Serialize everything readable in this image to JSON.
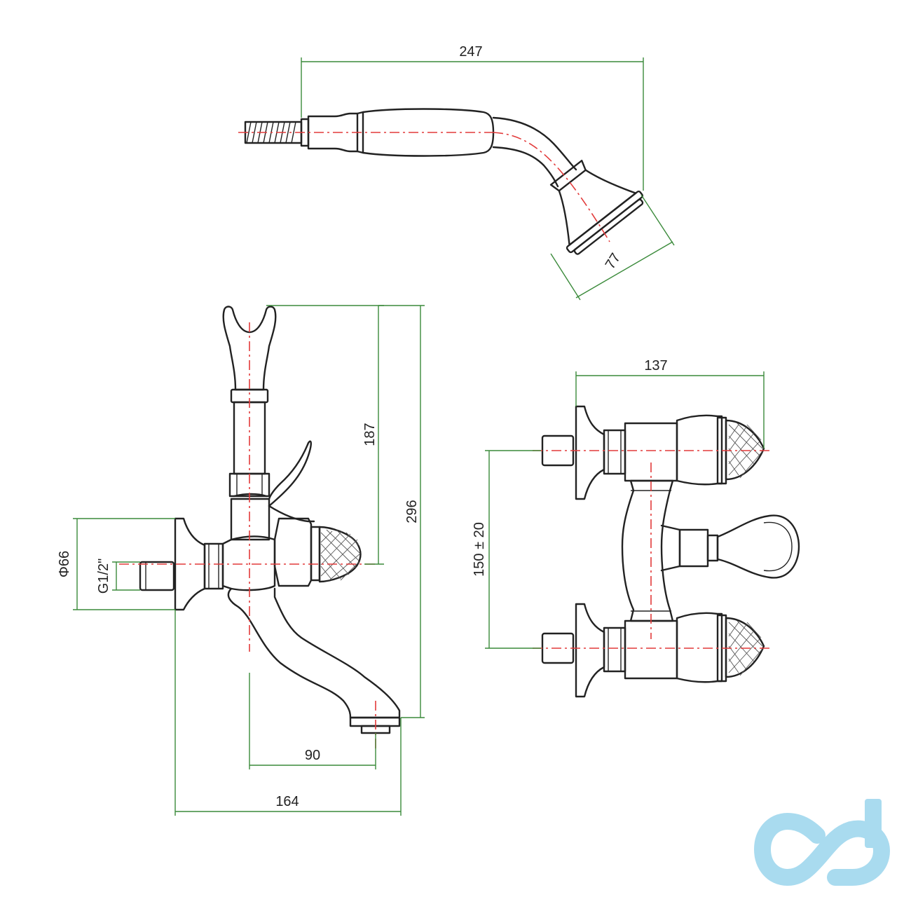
{
  "dimensions": {
    "hand_shower_length": "247",
    "hand_shower_head_diameter": "77",
    "holder_height": "187",
    "overall_height": "296",
    "flange_diameter": "Φ66",
    "inlet_thread": "G1/2\"",
    "spout_projection": "90",
    "overall_depth": "164",
    "body_width": "137",
    "inlet_spacing": "150 ± 20"
  },
  "colors": {
    "dimension_lines": "#3a8a3a",
    "center_lines": "#e23a3a",
    "outline": "#222222",
    "logo": "#a9dbef"
  },
  "logo": {
    "icon": "infinity-cd-logo-icon"
  }
}
